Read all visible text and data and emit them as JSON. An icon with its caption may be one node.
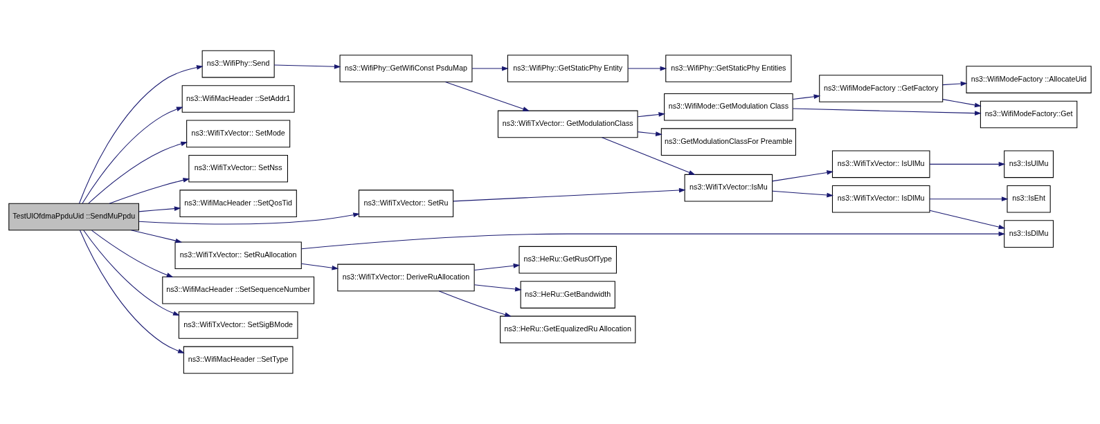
{
  "diagram": {
    "nodes": [
      {
        "text": [
          "TestUlOfdmaPpduUid ::SendMuPpdu"
        ]
      },
      {
        "text": [
          "ns3::WifiPhy::Send"
        ]
      },
      {
        "text": [
          "ns3::WifiMacHeader ::SetAddr1"
        ]
      },
      {
        "text": [
          "ns3::WifiTxVector:: SetMode"
        ]
      },
      {
        "text": [
          "ns3::WifiTxVector:: SetNss"
        ]
      },
      {
        "text": [
          "ns3::WifiMacHeader ::SetQosTid"
        ]
      },
      {
        "text": [
          "ns3::WifiTxVector:: SetRu"
        ]
      },
      {
        "text": [
          "ns3::WifiTxVector:: SetRuAllocation"
        ]
      },
      {
        "text": [
          "ns3::WifiMacHeader ::SetSequenceNumber"
        ]
      },
      {
        "text": [
          "ns3::WifiTxVector:: SetSigBMode"
        ]
      },
      {
        "text": [
          "ns3::WifiMacHeader ::SetType"
        ]
      },
      {
        "text": [
          "ns3::WifiPhy::GetWifiConst PsduMap"
        ]
      },
      {
        "text": [
          "ns3::WifiPhy::GetStaticPhy Entity"
        ]
      },
      {
        "text": [
          "ns3::WifiPhy::GetStaticPhy Entities"
        ]
      },
      {
        "text": [
          "ns3::WifiTxVector:: GetModulationClass"
        ]
      },
      {
        "text": [
          "ns3::WifiMode::GetModulation Class"
        ]
      },
      {
        "text": [
          "ns3::WifiModeFactory ::GetFactory"
        ]
      },
      {
        "text": [
          "ns3::WifiModeFactory ::AllocateUid"
        ]
      },
      {
        "text": [
          "ns3::WifiModeFactory::Get"
        ]
      },
      {
        "text": [
          "ns3::GetModulationClassFor Preamble"
        ]
      },
      {
        "text": [
          "ns3::WifiTxVector::IsMu"
        ]
      },
      {
        "text": [
          "ns3::WifiTxVector:: IsUlMu"
        ]
      },
      {
        "text": [
          "ns3::IsUlMu"
        ]
      },
      {
        "text": [
          "ns3::WifiTxVector:: IsDlMu"
        ]
      },
      {
        "text": [
          "ns3::IsEht"
        ]
      },
      {
        "text": [
          "ns3::IsDlMu"
        ]
      },
      {
        "text": [
          "ns3::WifiTxVector:: DeriveRuAllocation"
        ]
      },
      {
        "text": [
          "ns3::HeRu::GetRusOfType"
        ]
      },
      {
        "text": [
          "ns3::HeRu::GetBandwidth"
        ]
      },
      {
        "text": [
          "ns3::HeRu::GetEqualizedRu Allocation"
        ]
      }
    ],
    "edges": [
      {
        "from": 0,
        "to": 1,
        "arrow": "to"
      },
      {
        "from": 0,
        "to": 2,
        "arrow": "to"
      },
      {
        "from": 0,
        "to": 3,
        "arrow": "to"
      },
      {
        "from": 0,
        "to": 4,
        "arrow": "to"
      },
      {
        "from": 0,
        "to": 5,
        "arrow": "to"
      },
      {
        "from": 0,
        "to": 6,
        "arrow": "to"
      },
      {
        "from": 0,
        "to": 7,
        "arrow": "to"
      },
      {
        "from": 0,
        "to": 8,
        "arrow": "to"
      },
      {
        "from": 0,
        "to": 9,
        "arrow": "to"
      },
      {
        "from": 0,
        "to": 10,
        "arrow": "to"
      },
      {
        "from": 1,
        "to": 11,
        "arrow": "to"
      },
      {
        "from": 11,
        "to": 12,
        "arrow": "to"
      },
      {
        "from": 11,
        "to": 14,
        "arrow": "to"
      },
      {
        "from": 12,
        "to": 13,
        "arrow": "to"
      },
      {
        "from": 14,
        "to": 15,
        "arrow": "to"
      },
      {
        "from": 14,
        "to": 19,
        "arrow": "to"
      },
      {
        "from": 14,
        "to": 20,
        "arrow": "to"
      },
      {
        "from": 15,
        "to": 16,
        "arrow": "to"
      },
      {
        "from": 15,
        "to": 18,
        "arrow": "to"
      },
      {
        "from": 16,
        "to": 17,
        "arrow": "to"
      },
      {
        "from": 16,
        "to": 18,
        "arrow": "to"
      },
      {
        "from": 6,
        "to": 20,
        "arrow": "to"
      },
      {
        "from": 20,
        "to": 21,
        "arrow": "to"
      },
      {
        "from": 20,
        "to": 23,
        "arrow": "to"
      },
      {
        "from": 21,
        "to": 22,
        "arrow": "to"
      },
      {
        "from": 23,
        "to": 24,
        "arrow": "to"
      },
      {
        "from": 23,
        "to": 25,
        "arrow": "to"
      },
      {
        "from": 7,
        "to": 25,
        "arrow": "to"
      },
      {
        "from": 7,
        "to": 26,
        "arrow": "to"
      },
      {
        "from": 26,
        "to": 27,
        "arrow": "to"
      },
      {
        "from": 26,
        "to": 28,
        "arrow": "to"
      },
      {
        "from": 26,
        "to": 29,
        "arrow": "to"
      }
    ]
  }
}
